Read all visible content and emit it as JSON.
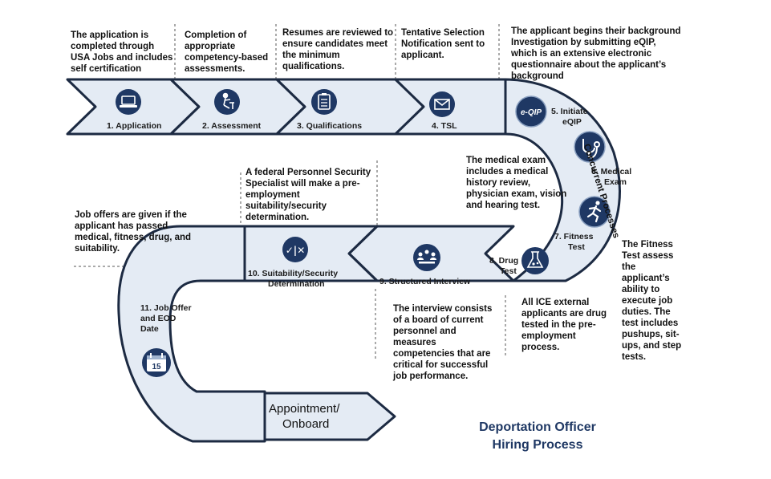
{
  "title": {
    "line1": "Deportation Officer",
    "line2": "Hiring Process"
  },
  "concurrent_label": "Concurrent Processes",
  "steps": [
    {
      "label": "1.  Application",
      "icon": "laptop-icon"
    },
    {
      "label": "2.  Assessment",
      "icon": "person-at-desk-icon"
    },
    {
      "label": "3. Qualifications",
      "icon": "clipboard-checklist-icon"
    },
    {
      "label": "4.  TSL",
      "icon": "envelope-icon"
    },
    {
      "label1": "5. Initiate",
      "label2": "eQIP",
      "icon": "e-qip-badge-icon",
      "badge": "e-QIP"
    },
    {
      "label1": "6. Medical",
      "label2": "Exam",
      "icon": "stethoscope-icon"
    },
    {
      "label1": "7. Fitness",
      "label2": "Test",
      "icon": "runner-icon"
    },
    {
      "label1": "8. Drug",
      "label2": "Test",
      "icon": "lab-flask-icon"
    },
    {
      "label": "9. Structured Interview",
      "icon": "interview-panel-icon"
    },
    {
      "label1": "10. Suitability/Security",
      "label2": "Determination",
      "icon": "check-x-icon",
      "badge": "✓|✕"
    },
    {
      "label1": "11. Job Offer",
      "label2": "and EOD",
      "label3": "Date",
      "icon": "calendar-icon",
      "badge": "15"
    }
  ],
  "final": {
    "line1": "Appointment/",
    "line2": "Onboard"
  },
  "notes": {
    "application": "The application is completed through USA Jobs and includes self certification",
    "assessment": "Completion of appropriate competency-based assessments.",
    "qualifications": "Resumes are reviewed to ensure candidates meet the minimum qualifications.",
    "tsl": "Tentative Selection Notification sent to applicant.",
    "eqip": "The applicant begins their background Investigation by submitting eQIP, which is an extensive electronic  questionnaire about the applicant’s background",
    "medical": "The medical exam includes a medical history review, physician exam, vision and hearing test.",
    "suitability": "A federal Personnel Security Specialist will make a pre-employment suitability/security determination.",
    "job_offer": "Job offers are given if the applicant has  passed medical, fitness, drug, and suitability.",
    "interview": "The interview consists of a board of current personnel and measures competencies that are critical for successful job performance.",
    "drug": "All ICE external applicants are drug tested in the pre-employment process.",
    "fitness": "The Fitness Test assess the applicant’s ability to execute job duties.  The test includes pushups, sit-ups, and step tests."
  },
  "colors": {
    "road_fill": "#e4ebf4",
    "road_stroke": "#1c2a42",
    "icon_fill": "#1f3864",
    "title": "#1f3864"
  }
}
